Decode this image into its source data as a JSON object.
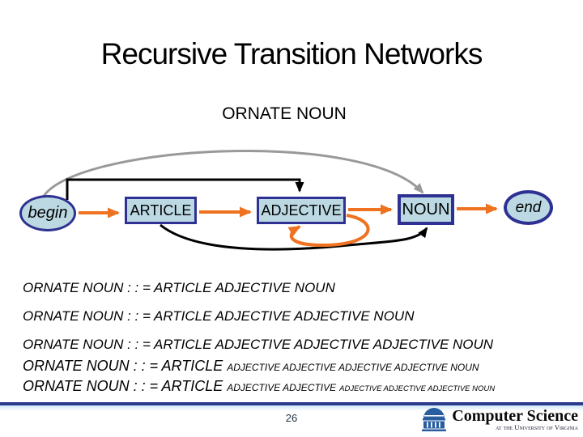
{
  "slide": {
    "title": "Recursive Transition Networks",
    "subtitle": "ORNATE NOUN"
  },
  "diagram": {
    "nodes": {
      "begin": "begin",
      "article": "ARTICLE",
      "adjective": "ADJECTIVE",
      "noun": "NOUN",
      "end": "end"
    },
    "connectors": [
      "begin-to-article-orange",
      "article-to-adjective-orange",
      "adjective-to-noun-orange",
      "noun-to-end-orange",
      "adjective-self-loop-orange",
      "begin-to-adjective-black-elbow",
      "article-to-noun-black-curve",
      "begin-to-noun-gray-arc"
    ],
    "colors": {
      "node_fill": "#bcd9e3",
      "node_border": "#2e3192",
      "arrow_orange": "#ee7220",
      "arc_gray": "#999999",
      "arc_black": "#000000",
      "divider_blue": "#2c3a8c"
    }
  },
  "rules": [
    {
      "seg1": "ORNATE NOUN : : = ARTICLE ADJECTIVE NOUN"
    },
    {
      "seg1": "ORNATE NOUN : : = ARTICLE ADJECTIVE ADJECTIVE NOUN"
    },
    {
      "seg1": "ORNATE NOUN : : = ARTICLE ADJECTIVE ADJECTIVE ADJECTIVE NOUN"
    },
    {
      "seg1": "ORNATE NOUN : : = ARTICLE",
      "seg2": "ADJECTIVE ADJECTIVE ADJECTIVE ADJECTIVE NOUN"
    },
    {
      "seg1": "ORNATE NOUN : : = ARTICLE",
      "seg2": "ADJECTIVE ADJECTIVE",
      "seg3": "ADJECTIVE ADJECTIVE ADJECTIVE NOUN"
    }
  ],
  "footer": {
    "page": "26",
    "logo_title": "Computer Science",
    "logo_subtitle": "at the University of Virginia"
  }
}
